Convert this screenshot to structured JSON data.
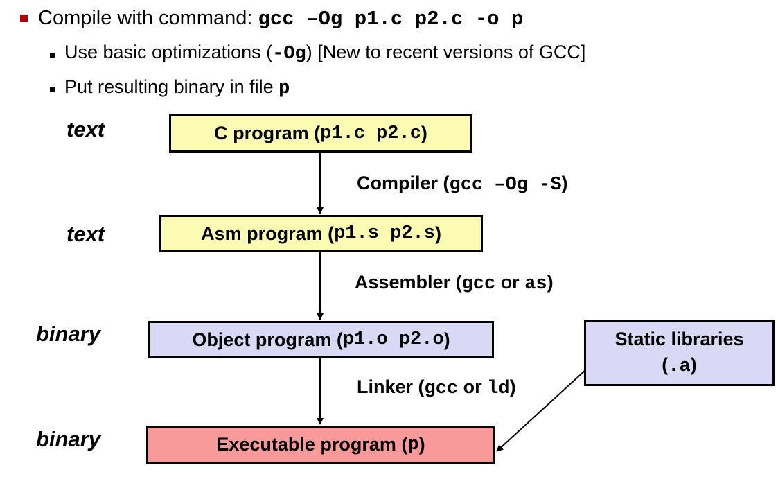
{
  "intro": {
    "line1_text": "Compile with command: ",
    "line1_cmd": "gcc –Og p1.c p2.c -o p",
    "line2_text_a": "Use basic optimizations (",
    "line2_code": "-Og",
    "line2_text_b": ") [New to recent versions of GCC]",
    "line3_text": "Put resulting binary in file ",
    "line3_code": "p"
  },
  "labels": {
    "row1": "text",
    "row2": "text",
    "row3": "binary",
    "row4": "binary"
  },
  "boxes": {
    "c_program": {
      "text": "C program (",
      "code": "p1.c p2.c",
      "close": ")"
    },
    "asm_program": {
      "text": "Asm program (",
      "code": "p1.s p2.s",
      "close": ")"
    },
    "object_program": {
      "text": "Object program (",
      "code": "p1.o p2.o",
      "close": ")"
    },
    "executable_program": {
      "text": "Executable program (",
      "code": "p",
      "close": ")"
    },
    "static_libraries": {
      "line1": "Static libraries",
      "line2_open": "(",
      "line2_code": ".a",
      "line2_close": ")"
    }
  },
  "steps": {
    "compiler": {
      "text": "Compiler (",
      "code": "gcc –Og -S",
      "close": ")"
    },
    "assembler": {
      "text": "Assembler (",
      "code1": "gcc",
      "mid": " or ",
      "code2": "as",
      "close": ")"
    },
    "linker": {
      "text": "Linker (",
      "code1": "gcc",
      "mid": " or ",
      "code2": "ld",
      "close": ")"
    }
  },
  "colors": {
    "bullet_red": "#b30000",
    "box_yellow": "#fbfbb4",
    "box_lavender": "#d9d9f5",
    "box_pink": "#f99a9a"
  }
}
